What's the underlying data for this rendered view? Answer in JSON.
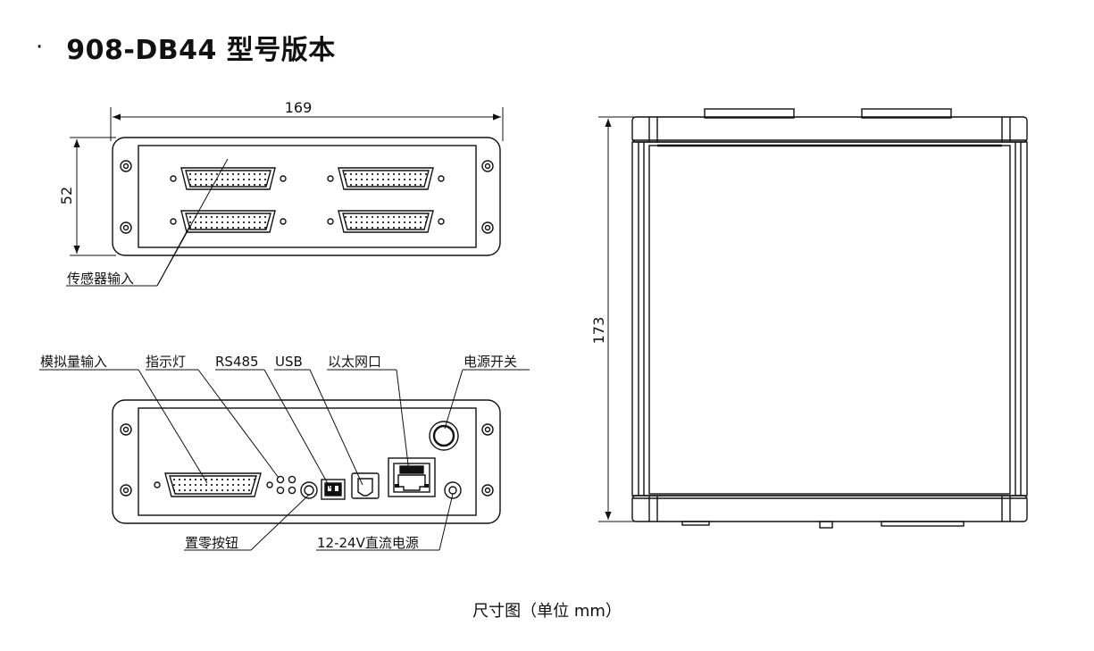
{
  "header": {
    "bullet": "·",
    "title": "908-DB44 型号版本"
  },
  "dimensions": {
    "width": "169",
    "height_front": "52",
    "depth": "173"
  },
  "labels": {
    "sensor_input": "传感器输入",
    "analog_input": "模拟量输入",
    "indicator": "指示灯",
    "rs485": "RS485",
    "usb": "USB",
    "ethernet": "以太网口",
    "power_switch": "电源开关",
    "zero_button": "置零按钮",
    "dc_power": "12-24V直流电源"
  },
  "caption": "尺寸图（单位 mm）"
}
